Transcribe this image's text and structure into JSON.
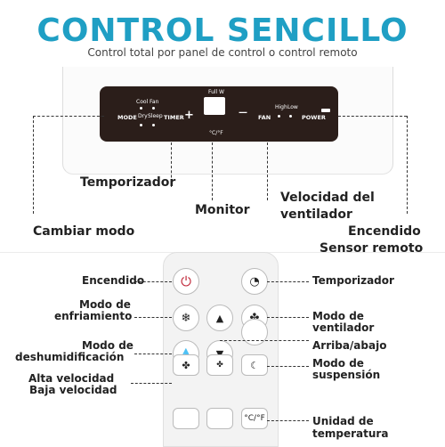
{
  "header": {
    "title": "CONTROL SENCILLO",
    "subtitle": "Control total por panel de control o control remoto"
  },
  "panel": {
    "mode": "MODE",
    "cool": "Cool",
    "fan": "Fan",
    "dry": "Dry",
    "sleep": "Sleep",
    "timer": "TIMER",
    "plus": "+",
    "minus": "—",
    "full": "Full",
    "w": "W",
    "temp_unit": "°C/°F",
    "fan_label": "FAN",
    "high": "High",
    "low": "Low",
    "power": "POWER"
  },
  "unit_labels": {
    "temporizador": "Temporizador",
    "monitor": "Monitor",
    "velocidad_1": "Velocidad del",
    "velocidad_2": "ventilador",
    "cambiar_modo": "Cambiar modo",
    "encendido_1": "Encendido",
    "encendido_2": "Sensor remoto"
  },
  "remote_labels": {
    "encendido": "Encendido",
    "modo_enfriamiento_1": "Modo de",
    "modo_enfriamiento_2": "enfriamiento",
    "modo_deshum_1": "Modo de",
    "modo_deshum_2": "deshumidificación",
    "alta_velocidad": "Alta velocidad",
    "baja_velocidad": "Baja velocidad",
    "temporizador": "Temporizador",
    "modo_ventilador_1": "Modo de",
    "modo_ventilador_2": "ventilador",
    "arriba_abajo": "Arriba/abajo",
    "modo_suspension_1": "Modo de",
    "modo_suspension_2": "suspensión",
    "unidad_temp_1": "Unidad de",
    "unidad_temp_2": "temperatura"
  },
  "remote_buttons": {
    "power_icon": "⏻",
    "timer_icon": "◔",
    "snow_icon": "❄",
    "up_icon": "▲",
    "fan_icon": "✤",
    "drop_icon": "💧",
    "down_icon": "▼",
    "fan_high_icon": "✤",
    "fan_low_icon": "✤",
    "moon_icon": "☾",
    "temp_unit": "°C/°F"
  },
  "colors": {
    "title": "#1f9fc4",
    "panel": "#2b1e1a",
    "power_button": "#c0283a"
  }
}
